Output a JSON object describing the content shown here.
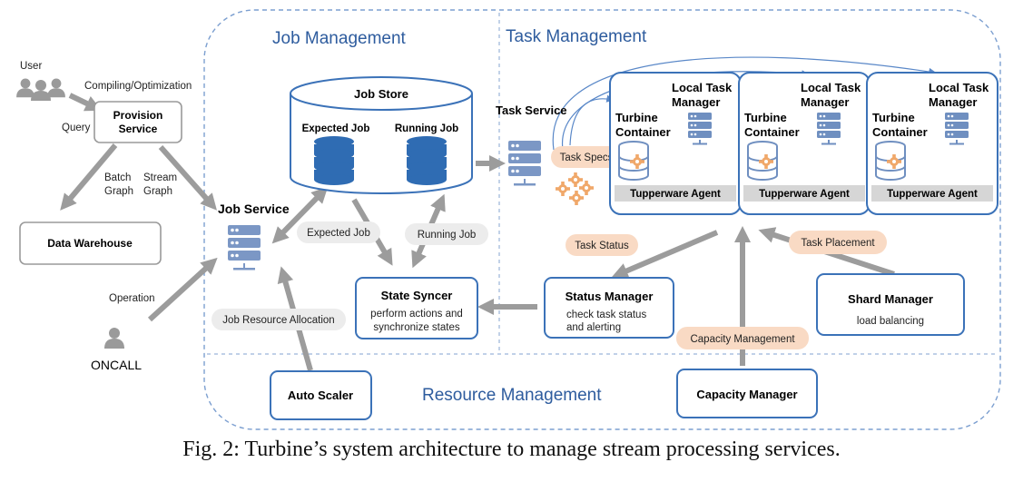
{
  "regions": {
    "job_management": "Job Management",
    "task_management": "Task Management",
    "resource_management": "Resource Management"
  },
  "actors": {
    "user": "User",
    "oncall": "ONCALL"
  },
  "edge_labels": {
    "compiling": "Compiling/Optimization",
    "query": "Query",
    "batch_1": "Batch",
    "batch_2": "Graph",
    "stream_1": "Stream",
    "stream_2": "Graph",
    "operation": "Operation"
  },
  "boxes": {
    "provision_1": "Provision",
    "provision_2": "Service",
    "data_warehouse": "Data Warehouse",
    "job_service": "Job Service",
    "job_store": "Job Store",
    "expected_job": "Expected Job",
    "running_job": "Running Job",
    "state_syncer": "State Syncer",
    "state_syncer_sub_1": "perform actions and",
    "state_syncer_sub_2": "synchronize states",
    "task_service": "Task Service",
    "status_manager": "Status Manager",
    "status_manager_sub_1": "check task status",
    "status_manager_sub_2": "and alerting",
    "shard_manager": "Shard Manager",
    "shard_manager_sub": "load balancing",
    "auto_scaler": "Auto Scaler",
    "capacity_manager": "Capacity Manager"
  },
  "hosts": [
    {
      "ltm_1": "Local Task",
      "ltm_2": "Manager",
      "tc_1": "Turbine",
      "tc_2": "Container",
      "agent": "Tupperware Agent"
    },
    {
      "ltm_1": "Local Task",
      "ltm_2": "Manager",
      "tc_1": "Turbine",
      "tc_2": "Container",
      "agent": "Tupperware Agent"
    },
    {
      "ltm_1": "Local Task",
      "ltm_2": "Manager",
      "tc_1": "Turbine",
      "tc_2": "Container",
      "agent": "Tupperware Agent"
    }
  ],
  "pills": {
    "expected_job": "Expected Job",
    "running_job": "Running Job",
    "job_resource_allocation": "Job Resource Allocation",
    "task_specs": "Task Specs",
    "task_status": "Task Status",
    "task_placement": "Task Placement",
    "capacity_management": "Capacity Management"
  },
  "caption": "Fig. 2: Turbine’s system architecture to manage stream processing services.",
  "colors": {
    "blue": "#3b72b8",
    "icon": "#6f8fc0",
    "orange": "#f0a86a",
    "gray_arrow": "#9c9c9c"
  }
}
